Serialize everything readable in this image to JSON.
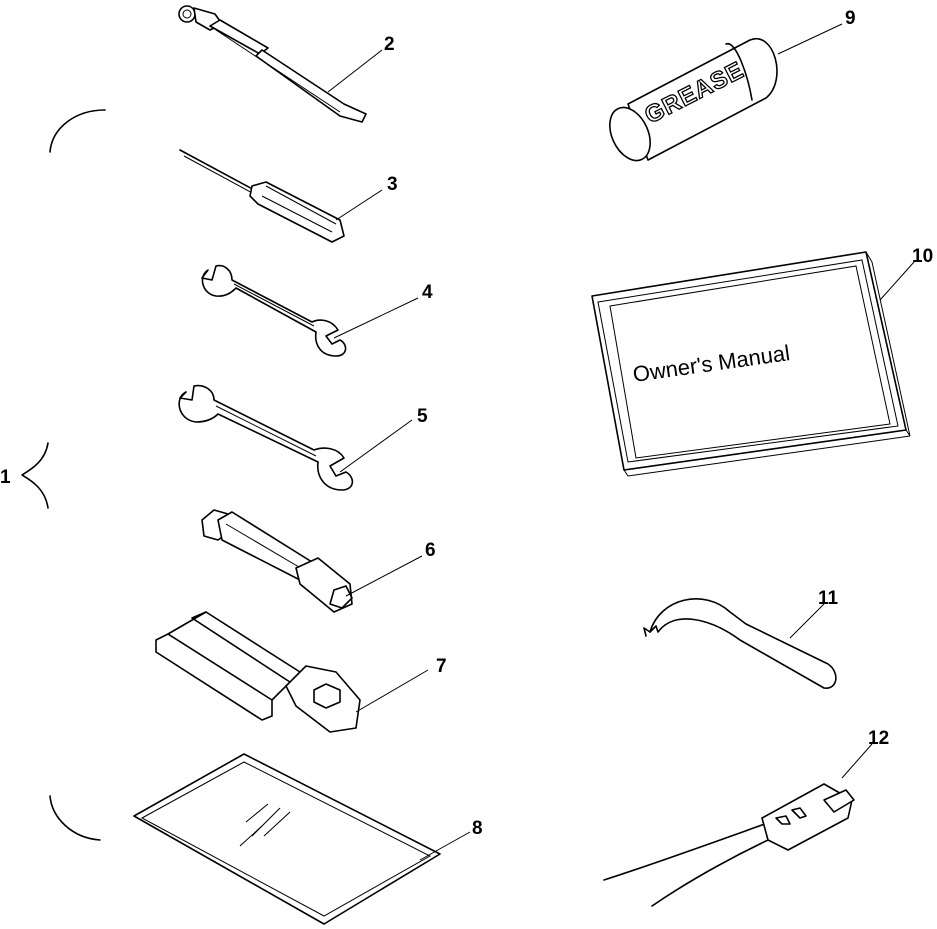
{
  "callouts": {
    "c1": "1",
    "c2": "2",
    "c3": "3",
    "c4": "4",
    "c5": "5",
    "c6": "6",
    "c7": "7",
    "c8": "8",
    "c9": "9",
    "c10": "10",
    "c11": "11",
    "c12": "12"
  },
  "labels": {
    "grease": "GREASE",
    "manual": "Owner's Manual"
  }
}
